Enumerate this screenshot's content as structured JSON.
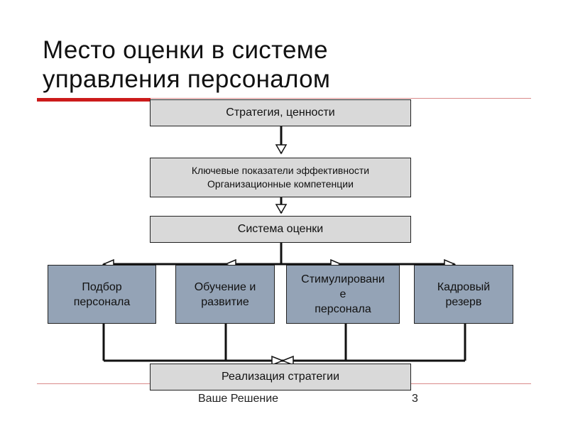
{
  "title": {
    "line1": "Место оценки в системе",
    "line2": "управления персоналом"
  },
  "diagram": {
    "strategy": "Стратегия, ценности",
    "kpi": {
      "line1": "Ключевые показатели эффективности",
      "line2": "Организационные компетенции"
    },
    "assessment": "Система оценки",
    "outcomes": [
      {
        "line1": "Подбор",
        "line2": "персонала",
        "line3": ""
      },
      {
        "line1": "Обучение и",
        "line2": "развитие",
        "line3": ""
      },
      {
        "line1": "Стимулировани",
        "line2": "е",
        "line3": "персонала"
      },
      {
        "line1": "Кадровый",
        "line2": "резерв",
        "line3": ""
      }
    ],
    "implementation": "Реализация стратегии"
  },
  "footer": {
    "company": "Ваше Решение",
    "page_number": "3"
  },
  "colors": {
    "accent_red": "#cc1b1b",
    "box_gray": "#d9d9d9",
    "box_blue": "#94a3b6",
    "line_black": "#111111"
  }
}
